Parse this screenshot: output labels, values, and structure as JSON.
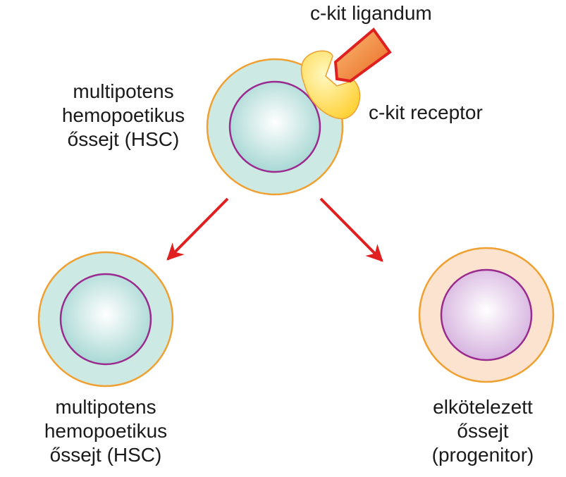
{
  "labels": {
    "ligand": "c-kit ligandum",
    "receptor": "c-kit receptor",
    "top_cell": [
      "multipotens",
      "hemopoetikus",
      "őssejt (HSC)"
    ],
    "left_cell": [
      "multipotens",
      "hemopoetikus",
      "őssejt (HSC)"
    ],
    "right_cell": [
      "elkötelezett",
      "őssejt",
      "(progenitor)"
    ]
  },
  "colors": {
    "hsc_cytoplasm": "#cde9e3",
    "hsc_nucleus": "#a8d8d4",
    "progenitor_cytoplasm": "#fbe3cf",
    "progenitor_nucleus": "#e0c4e6",
    "membrane": "#f0a030",
    "nucleus_border": "#9a2a8e",
    "arrow": "#e02020",
    "receptor": "#ffe066",
    "ligand": "#f08030",
    "ligand_border": "#e02020"
  }
}
